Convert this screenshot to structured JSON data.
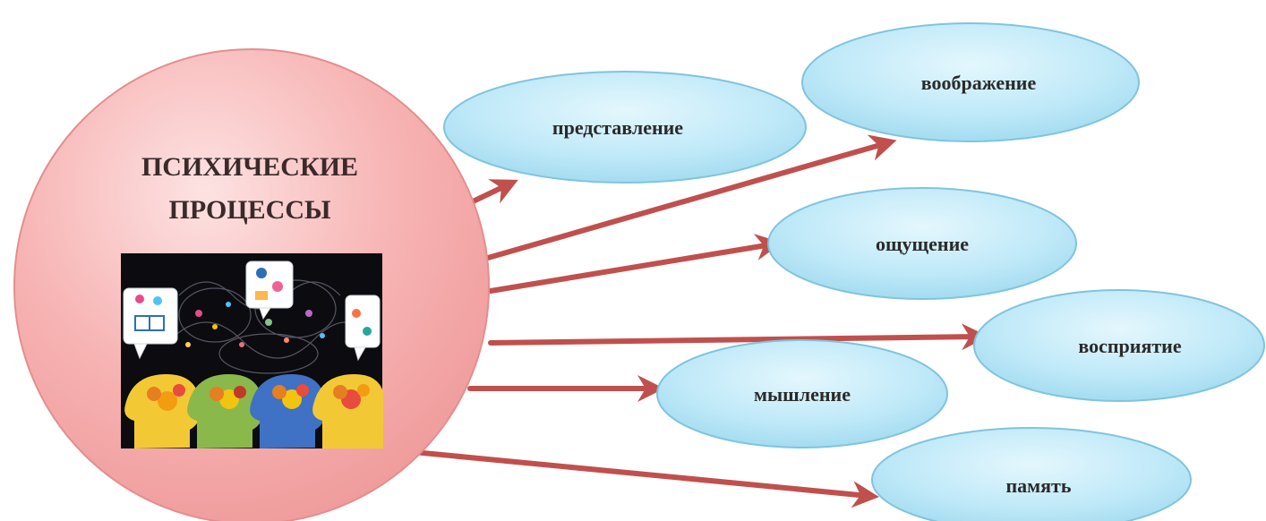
{
  "center": {
    "title_line1": "ПСИХИЧЕСКИЕ",
    "title_line2": "ПРОЦЕССЫ"
  },
  "nodes": [
    {
      "id": "predstavlenie",
      "label": "представление"
    },
    {
      "id": "voobrazhenie",
      "label": "воображение"
    },
    {
      "id": "oshchushchenie",
      "label": "ощущение"
    },
    {
      "id": "vospriyatie",
      "label": "восприятие"
    },
    {
      "id": "myshlenie",
      "label": "мышление"
    },
    {
      "id": "pamyat",
      "label": "память"
    }
  ],
  "colors": {
    "center_fill": "#f7a9a9",
    "center_stroke": "#e38e8e",
    "node_fill": "#b8e6f7",
    "node_stroke": "#7fc4de",
    "arrow": "#c0504d",
    "illustration_bg": "#0b0b10"
  },
  "icons": {
    "illustration": "heads-with-gears-and-speech-bubbles-illustration"
  }
}
